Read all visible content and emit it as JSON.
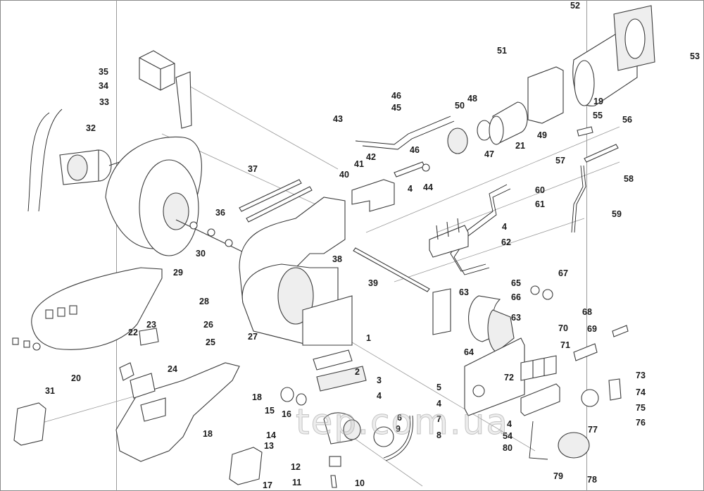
{
  "title": "Burner exploded parts diagram",
  "watermark": "tep.com.ua",
  "callouts": [
    {
      "id": "c35",
      "label": "35"
    },
    {
      "id": "c34",
      "label": "34"
    },
    {
      "id": "c33",
      "label": "33"
    },
    {
      "id": "c32",
      "label": "32"
    },
    {
      "id": "c37",
      "label": "37"
    },
    {
      "id": "c36",
      "label": "36"
    },
    {
      "id": "c30",
      "label": "30"
    },
    {
      "id": "c29",
      "label": "29"
    },
    {
      "id": "c28",
      "label": "28"
    },
    {
      "id": "c27",
      "label": "27"
    },
    {
      "id": "c38",
      "label": "38"
    },
    {
      "id": "c39",
      "label": "39"
    },
    {
      "id": "c40",
      "label": "40"
    },
    {
      "id": "c41",
      "label": "41"
    },
    {
      "id": "c42",
      "label": "42"
    },
    {
      "id": "c43",
      "label": "43"
    },
    {
      "id": "c44",
      "label": "44"
    },
    {
      "id": "c45",
      "label": "45"
    },
    {
      "id": "c46a",
      "label": "46"
    },
    {
      "id": "c46b",
      "label": "46"
    },
    {
      "id": "c47",
      "label": "47"
    },
    {
      "id": "c48",
      "label": "48"
    },
    {
      "id": "c50",
      "label": "50"
    },
    {
      "id": "c21",
      "label": "21"
    },
    {
      "id": "c49",
      "label": "49"
    },
    {
      "id": "c51",
      "label": "51"
    },
    {
      "id": "c52",
      "label": "52"
    },
    {
      "id": "c53",
      "label": "53"
    },
    {
      "id": "c19",
      "label": "19"
    },
    {
      "id": "c55",
      "label": "55"
    },
    {
      "id": "c56",
      "label": "56"
    },
    {
      "id": "c57",
      "label": "57"
    },
    {
      "id": "c58",
      "label": "58"
    },
    {
      "id": "c59",
      "label": "59"
    },
    {
      "id": "c60",
      "label": "60"
    },
    {
      "id": "c61",
      "label": "61"
    },
    {
      "id": "c4a",
      "label": "4"
    },
    {
      "id": "c4b",
      "label": "4"
    },
    {
      "id": "c62",
      "label": "62"
    },
    {
      "id": "c63a",
      "label": "63"
    },
    {
      "id": "c63b",
      "label": "63"
    },
    {
      "id": "c64",
      "label": "64"
    },
    {
      "id": "c65",
      "label": "65"
    },
    {
      "id": "c66",
      "label": "66"
    },
    {
      "id": "c67",
      "label": "67"
    },
    {
      "id": "c68",
      "label": "68"
    },
    {
      "id": "c69",
      "label": "69"
    },
    {
      "id": "c70",
      "label": "70"
    },
    {
      "id": "c71",
      "label": "71"
    },
    {
      "id": "c72",
      "label": "72"
    },
    {
      "id": "c73",
      "label": "73"
    },
    {
      "id": "c74",
      "label": "74"
    },
    {
      "id": "c75",
      "label": "75"
    },
    {
      "id": "c76",
      "label": "76"
    },
    {
      "id": "c77",
      "label": "77"
    },
    {
      "id": "c78",
      "label": "78"
    },
    {
      "id": "c79",
      "label": "79"
    },
    {
      "id": "c80",
      "label": "80"
    },
    {
      "id": "c54",
      "label": "54"
    },
    {
      "id": "c4c",
      "label": "4"
    },
    {
      "id": "c1",
      "label": "1"
    },
    {
      "id": "c2",
      "label": "2"
    },
    {
      "id": "c3",
      "label": "3"
    },
    {
      "id": "c5",
      "label": "5"
    },
    {
      "id": "c4d",
      "label": "4"
    },
    {
      "id": "c4e",
      "label": "4"
    },
    {
      "id": "c6",
      "label": "6"
    },
    {
      "id": "c7",
      "label": "7"
    },
    {
      "id": "c8",
      "label": "8"
    },
    {
      "id": "c9",
      "label": "9"
    },
    {
      "id": "c10",
      "label": "10"
    },
    {
      "id": "c11",
      "label": "11"
    },
    {
      "id": "c12",
      "label": "12"
    },
    {
      "id": "c13",
      "label": "13"
    },
    {
      "id": "c14",
      "label": "14"
    },
    {
      "id": "c16",
      "label": "16"
    },
    {
      "id": "c15",
      "label": "15"
    },
    {
      "id": "c18a",
      "label": "18"
    },
    {
      "id": "c18b",
      "label": "18"
    },
    {
      "id": "c17",
      "label": "17"
    },
    {
      "id": "c20",
      "label": "20"
    },
    {
      "id": "c22",
      "label": "22"
    },
    {
      "id": "c23",
      "label": "23"
    },
    {
      "id": "c24",
      "label": "24"
    },
    {
      "id": "c25",
      "label": "25"
    },
    {
      "id": "c26",
      "label": "26"
    },
    {
      "id": "c31",
      "label": "31"
    }
  ]
}
